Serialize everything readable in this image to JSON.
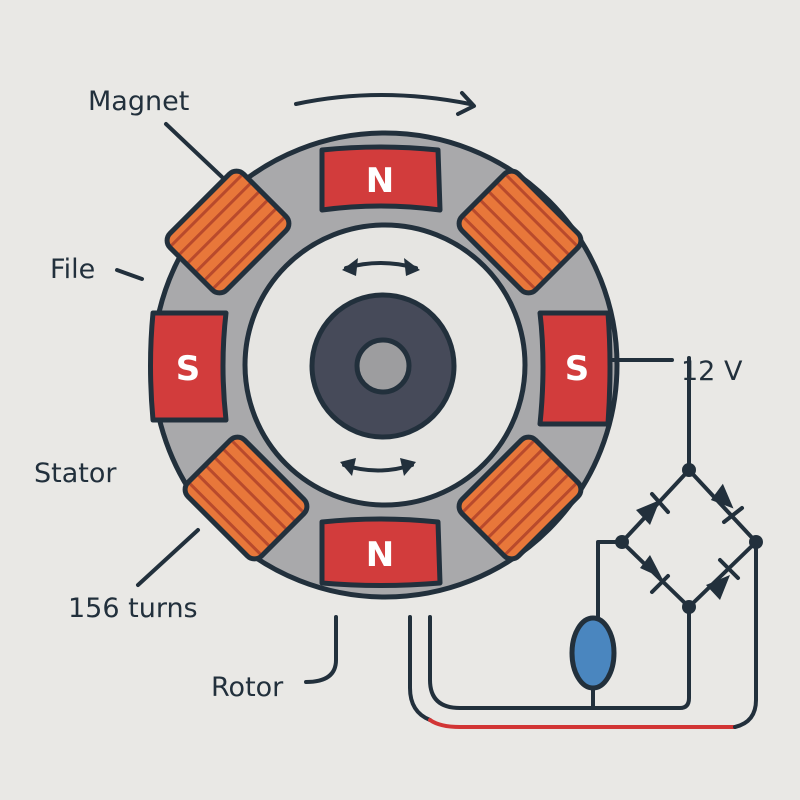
{
  "title": "Motor diagram",
  "labels": {
    "magnet": "Magnet",
    "file": "File",
    "stator": "Stator",
    "turns": "156 turns",
    "rotor": "Rotor",
    "voltage": "12 V"
  },
  "poles": {
    "top": "N",
    "bottom": "N",
    "left": "S",
    "right": "S"
  },
  "colors": {
    "background": "#e9e8e5",
    "ink": "#22303c",
    "stator_ring": "#a9a9ab",
    "magnet_red": "#d23c3c",
    "coil_orange": "#e8773a",
    "coil_stripe": "#b94a2c",
    "rotor_dark": "#464a59",
    "shaft_gray": "#9d9d9f",
    "capacitor_blue": "#4a86bf",
    "wire_red": "#d23535"
  }
}
